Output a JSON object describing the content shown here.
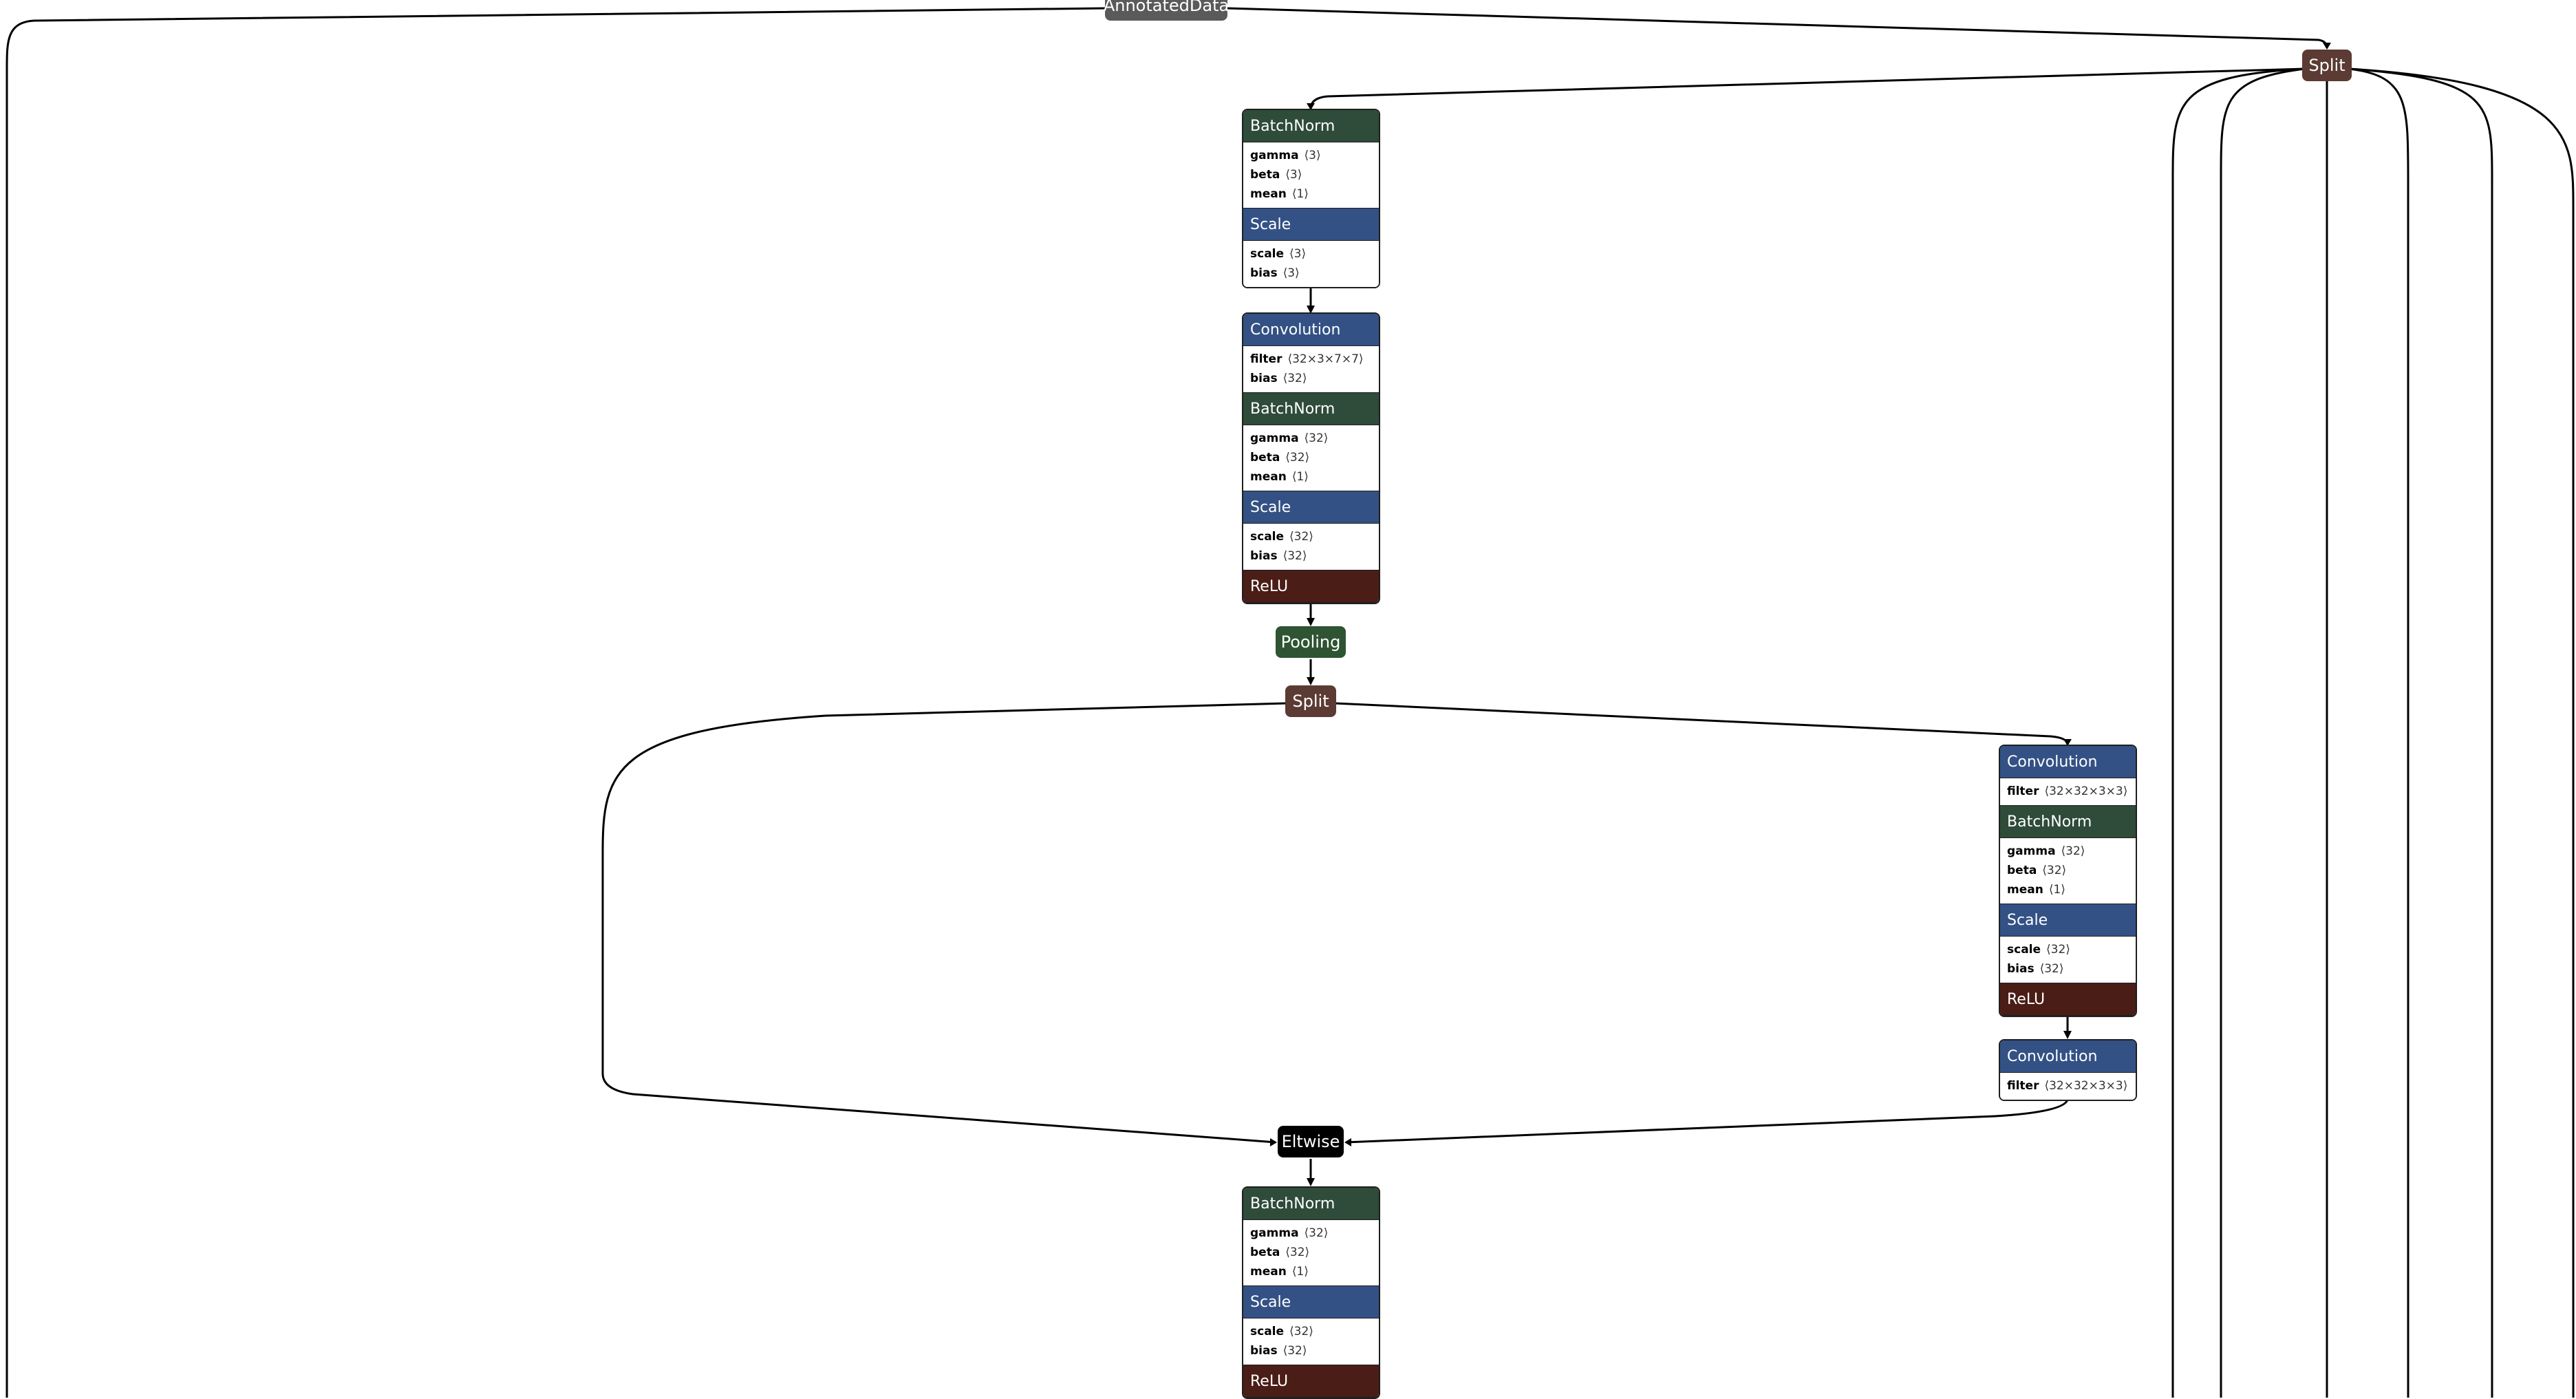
{
  "colors": {
    "layer": "#335184",
    "normalization": "#2f4b3a",
    "activation": "#4a1d16",
    "pool": "#2f5433",
    "data": "#5a5a5a",
    "split": "#5b3b33",
    "eltwise": "#000000"
  },
  "nodes": {
    "annotated_data": {
      "label": "AnnotatedData"
    },
    "split_top": {
      "label": "Split"
    },
    "block1": {
      "sections": [
        {
          "title": "BatchNorm",
          "kind": "normalization",
          "attrs": [
            {
              "k": "gamma",
              "v": "⟨3⟩"
            },
            {
              "k": "beta",
              "v": "⟨3⟩"
            },
            {
              "k": "mean",
              "v": "⟨1⟩"
            }
          ]
        },
        {
          "title": "Scale",
          "kind": "layer",
          "attrs": [
            {
              "k": "scale",
              "v": "⟨3⟩"
            },
            {
              "k": "bias",
              "v": "⟨3⟩"
            }
          ]
        }
      ]
    },
    "block2": {
      "sections": [
        {
          "title": "Convolution",
          "kind": "layer",
          "attrs": [
            {
              "k": "filter",
              "v": "⟨32×3×7×7⟩"
            },
            {
              "k": "bias",
              "v": "⟨32⟩"
            }
          ]
        },
        {
          "title": "BatchNorm",
          "kind": "normalization",
          "attrs": [
            {
              "k": "gamma",
              "v": "⟨32⟩"
            },
            {
              "k": "beta",
              "v": "⟨32⟩"
            },
            {
              "k": "mean",
              "v": "⟨1⟩"
            }
          ]
        },
        {
          "title": "Scale",
          "kind": "layer",
          "attrs": [
            {
              "k": "scale",
              "v": "⟨32⟩"
            },
            {
              "k": "bias",
              "v": "⟨32⟩"
            }
          ]
        },
        {
          "title": "ReLU",
          "kind": "activation",
          "attrs": []
        }
      ]
    },
    "pooling": {
      "label": "Pooling"
    },
    "split_mid": {
      "label": "Split"
    },
    "block3": {
      "sections": [
        {
          "title": "Convolution",
          "kind": "layer",
          "attrs": [
            {
              "k": "filter",
              "v": "⟨32×32×3×3⟩"
            }
          ]
        },
        {
          "title": "BatchNorm",
          "kind": "normalization",
          "attrs": [
            {
              "k": "gamma",
              "v": "⟨32⟩"
            },
            {
              "k": "beta",
              "v": "⟨32⟩"
            },
            {
              "k": "mean",
              "v": "⟨1⟩"
            }
          ]
        },
        {
          "title": "Scale",
          "kind": "layer",
          "attrs": [
            {
              "k": "scale",
              "v": "⟨32⟩"
            },
            {
              "k": "bias",
              "v": "⟨32⟩"
            }
          ]
        },
        {
          "title": "ReLU",
          "kind": "activation",
          "attrs": []
        }
      ]
    },
    "block4": {
      "sections": [
        {
          "title": "Convolution",
          "kind": "layer",
          "attrs": [
            {
              "k": "filter",
              "v": "⟨32×32×3×3⟩"
            }
          ]
        }
      ]
    },
    "eltwise": {
      "label": "Eltwise"
    },
    "block5": {
      "sections": [
        {
          "title": "BatchNorm",
          "kind": "normalization",
          "attrs": [
            {
              "k": "gamma",
              "v": "⟨32⟩"
            },
            {
              "k": "beta",
              "v": "⟨32⟩"
            },
            {
              "k": "mean",
              "v": "⟨1⟩"
            }
          ]
        },
        {
          "title": "Scale",
          "kind": "layer",
          "attrs": [
            {
              "k": "scale",
              "v": "⟨32⟩"
            },
            {
              "k": "bias",
              "v": "⟨32⟩"
            }
          ]
        },
        {
          "title": "ReLU",
          "kind": "activation",
          "attrs": []
        }
      ]
    }
  }
}
